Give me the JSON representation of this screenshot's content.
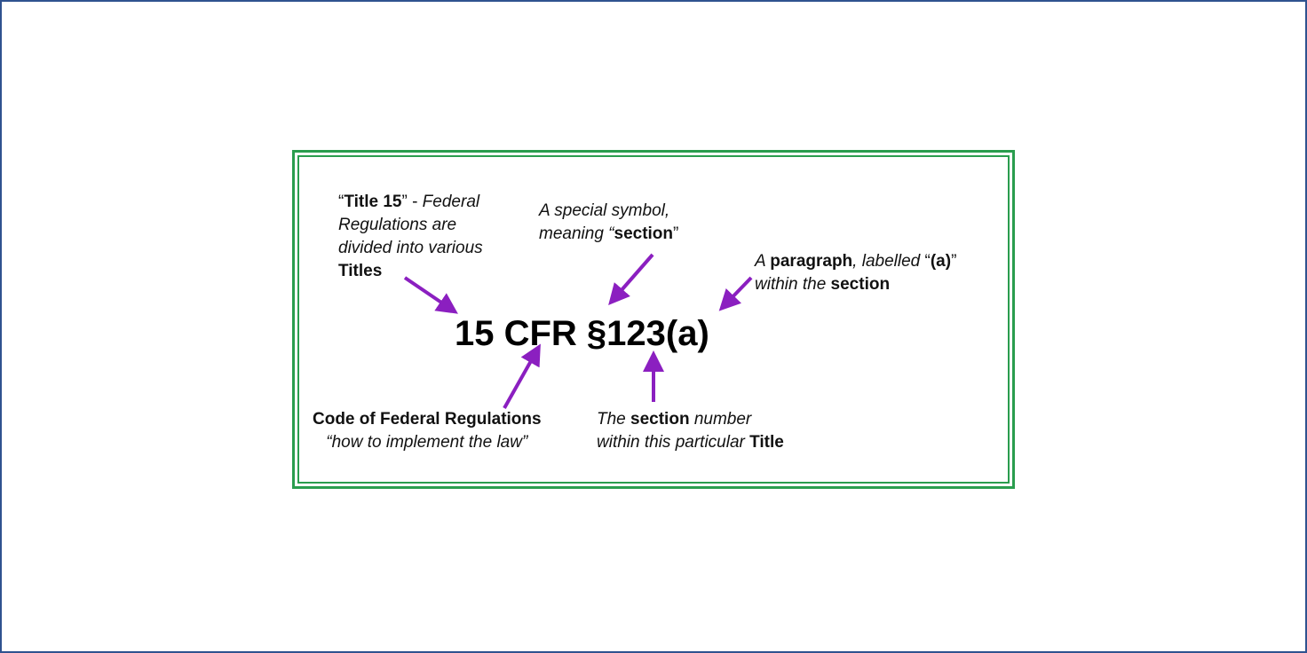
{
  "citation": "15 CFR §123(a)",
  "annotations": {
    "title": {
      "q1": "“",
      "bold1": "Title 15",
      "q2": "”",
      "dash": " -",
      "italic1": " Federal",
      "line2": "Regulations are",
      "line3": "divided into various",
      "bold2": "Titles"
    },
    "symbol": {
      "line1": "A special symbol,",
      "italic2": "meaning “",
      "bold": "section",
      "q": "”"
    },
    "paragraph": {
      "italic1": "A ",
      "bold1": "paragraph",
      "italic2": ", labelled ",
      "q1": "“",
      "bold2": "(a)",
      "q2": "”",
      "italic3": "within the ",
      "bold3": "section"
    },
    "cfr": {
      "bold": "Code of Federal Regulations",
      "italic": "“how to implement the law”"
    },
    "section_number": {
      "italic1": "The ",
      "bold1": "section",
      "italic2": " number",
      "italic3": "within this particular ",
      "bold2": "Title"
    }
  },
  "colors": {
    "arrow": "#8b1fc0",
    "box_border": "#2a9d4e",
    "frame_border": "#2f528f"
  }
}
